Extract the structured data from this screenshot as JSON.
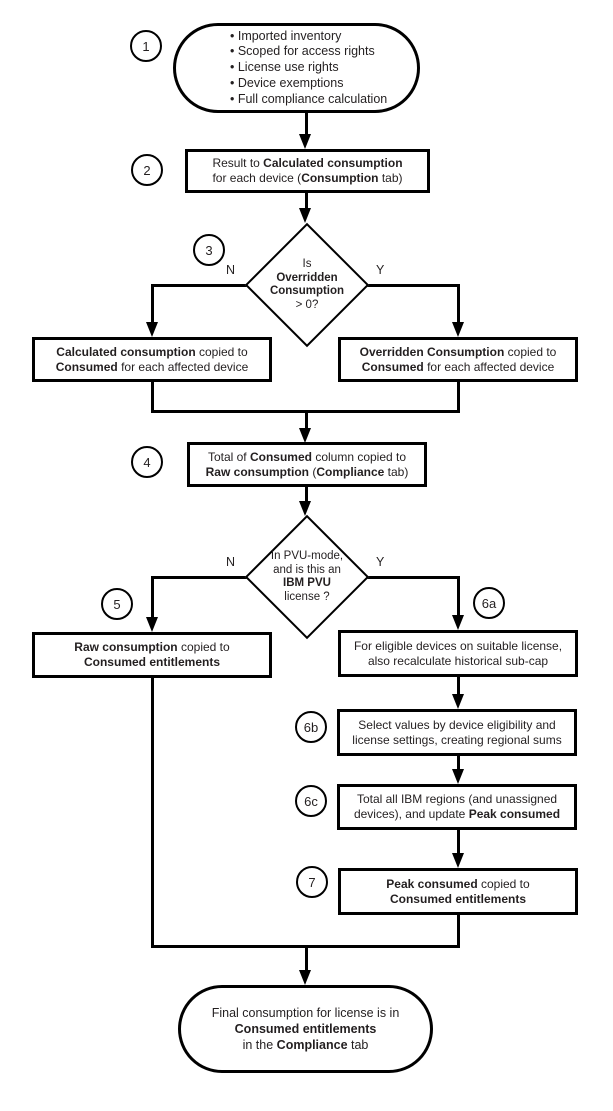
{
  "labels": {
    "no": "N",
    "yes": "Y"
  },
  "steps": {
    "s1": "1",
    "s2": "2",
    "s3": "3",
    "s4": "4",
    "s5": "5",
    "s6a": "6a",
    "s6b": "6b",
    "s6c": "6c",
    "s7": "7"
  },
  "nodes": {
    "start": {
      "lines": [
        [
          {
            "t": "• Imported inventory"
          }
        ],
        [
          {
            "t": "• Scoped for access rights"
          }
        ],
        [
          {
            "t": "• License use rights"
          }
        ],
        [
          {
            "t": "• Device exemptions"
          }
        ],
        [
          {
            "t": "• Full compliance calculation"
          }
        ]
      ]
    },
    "box2": {
      "lines": [
        [
          {
            "t": "Result to "
          },
          {
            "t": "Calculated consumption",
            "b": true
          }
        ],
        [
          {
            "t": "for each device ("
          },
          {
            "t": "Consumption",
            "b": true
          },
          {
            "t": " tab)"
          }
        ]
      ]
    },
    "decision3": {
      "lines": [
        [
          {
            "t": "Is"
          }
        ],
        [
          {
            "t": "Overridden",
            "b": true
          }
        ],
        [
          {
            "t": "Consumption",
            "b": true
          }
        ],
        [
          {
            "t": "> 0?"
          }
        ]
      ]
    },
    "box3n": {
      "lines": [
        [
          {
            "t": "Calculated consumption",
            "b": true
          },
          {
            "t": " copied to"
          }
        ],
        [
          {
            "t": "Consumed",
            "b": true
          },
          {
            "t": " for each affected device"
          }
        ]
      ]
    },
    "box3y": {
      "lines": [
        [
          {
            "t": "Overridden Consumption",
            "b": true
          },
          {
            "t": " copied to"
          }
        ],
        [
          {
            "t": "Consumed",
            "b": true
          },
          {
            "t": " for each affected device"
          }
        ]
      ]
    },
    "box4": {
      "lines": [
        [
          {
            "t": "Total of "
          },
          {
            "t": "Consumed",
            "b": true
          },
          {
            "t": " column copied to"
          }
        ],
        [
          {
            "t": "Raw consumption",
            "b": true
          },
          {
            "t": " ("
          },
          {
            "t": "Compliance",
            "b": true
          },
          {
            "t": " tab)"
          }
        ]
      ]
    },
    "decision6": {
      "lines": [
        [
          {
            "t": "In PVU-mode,"
          }
        ],
        [
          {
            "t": "and is this an"
          }
        ],
        [
          {
            "t": "IBM PVU",
            "b": true
          }
        ],
        [
          {
            "t": "license ?"
          }
        ]
      ]
    },
    "box5": {
      "lines": [
        [
          {
            "t": "Raw consumption",
            "b": true
          },
          {
            "t": " copied to"
          }
        ],
        [
          {
            "t": "Consumed entitlements",
            "b": true
          }
        ]
      ]
    },
    "box6a": {
      "lines": [
        [
          {
            "t": "For eligible devices on suitable license,"
          }
        ],
        [
          {
            "t": "also recalculate historical sub-cap"
          }
        ]
      ]
    },
    "box6b": {
      "lines": [
        [
          {
            "t": "Select values by device eligibility and"
          }
        ],
        [
          {
            "t": "license settings, creating regional sums"
          }
        ]
      ]
    },
    "box6c": {
      "lines": [
        [
          {
            "t": "Total all IBM regions (and unassigned"
          }
        ],
        [
          {
            "t": "devices), and update "
          },
          {
            "t": "Peak consumed",
            "b": true
          }
        ]
      ]
    },
    "box7": {
      "lines": [
        [
          {
            "t": "Peak consumed",
            "b": true
          },
          {
            "t": " copied to"
          }
        ],
        [
          {
            "t": "Consumed entitlements",
            "b": true
          }
        ]
      ]
    },
    "end": {
      "lines": [
        [
          {
            "t": "Final consumption for license is in"
          }
        ],
        [
          {
            "t": "Consumed entitlements",
            "b": true
          }
        ],
        [
          {
            "t": "in the "
          },
          {
            "t": "Compliance",
            "b": true
          },
          {
            "t": " tab"
          }
        ]
      ]
    }
  }
}
